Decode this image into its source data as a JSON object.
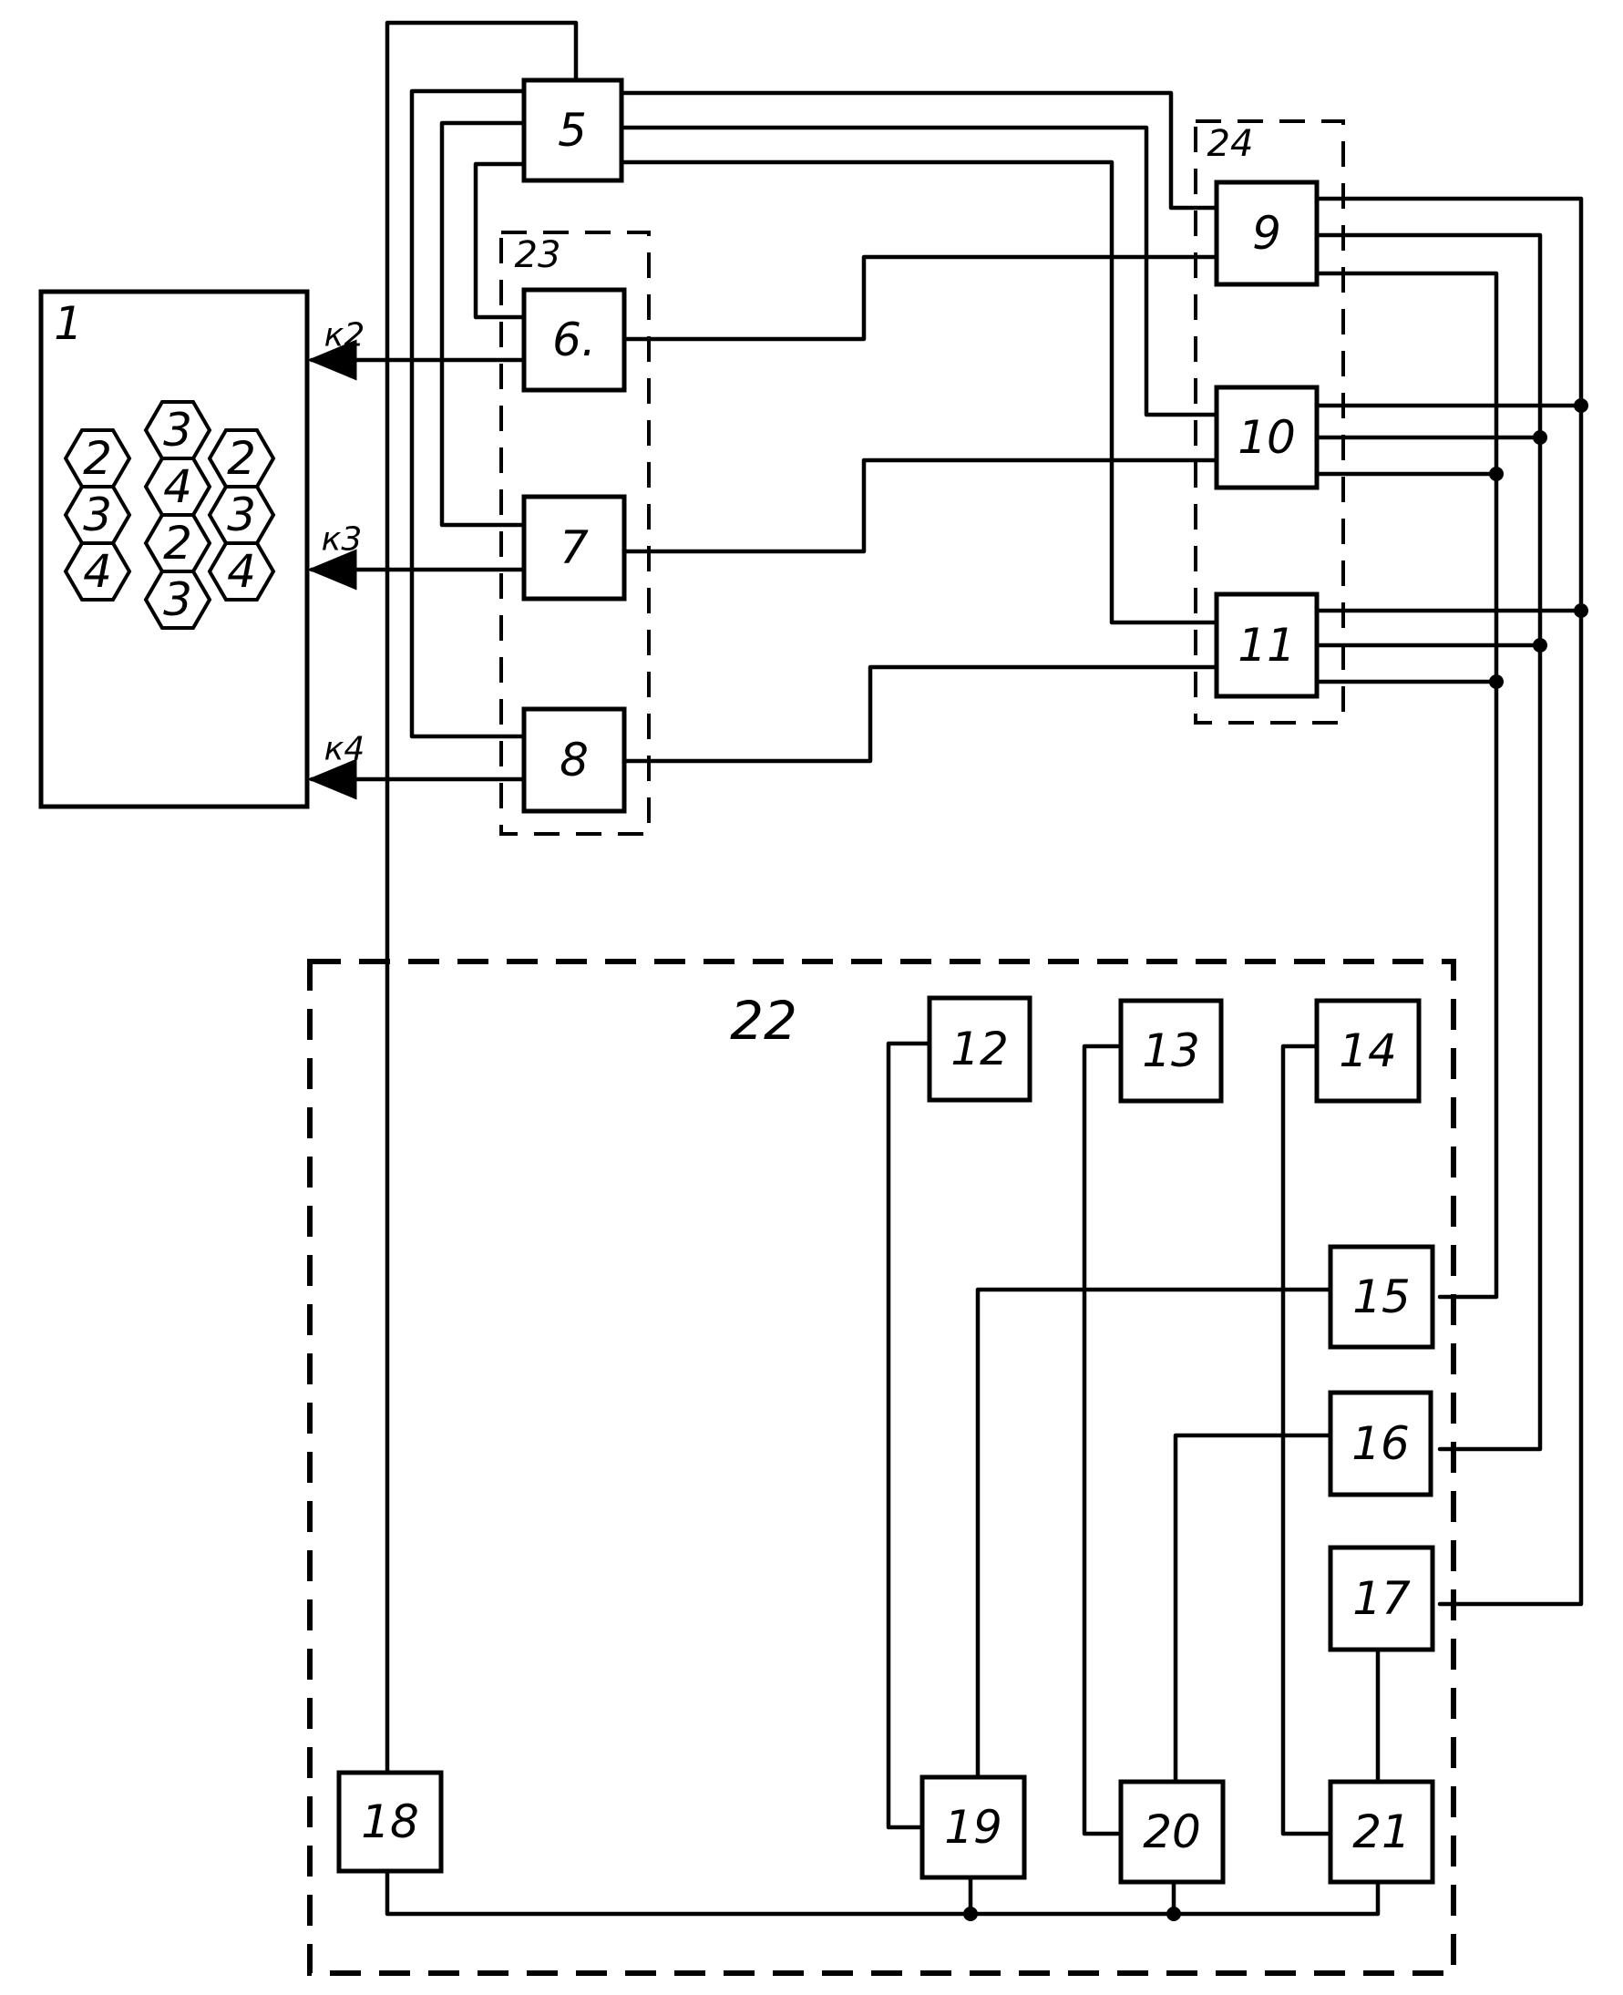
{
  "diagram": {
    "blocks": {
      "b1": "1",
      "b5": "5",
      "b6": "6.",
      "b7": "7",
      "b8": "8",
      "b9": "9",
      "b10": "10",
      "b11": "11",
      "b12": "12",
      "b13": "13",
      "b14": "14",
      "b15": "15",
      "b16": "16",
      "b17": "17",
      "b18": "18",
      "b19": "19",
      "b20": "20",
      "b21": "21"
    },
    "groups": {
      "g22": "22",
      "g23": "23",
      "g24": "24"
    },
    "arrow_labels": {
      "k2": "к2",
      "k3": "к3",
      "k4": "к4"
    },
    "cells": [
      "3",
      "2",
      "2",
      "4",
      "3",
      "3",
      "2",
      "4",
      "4",
      "3"
    ]
  }
}
